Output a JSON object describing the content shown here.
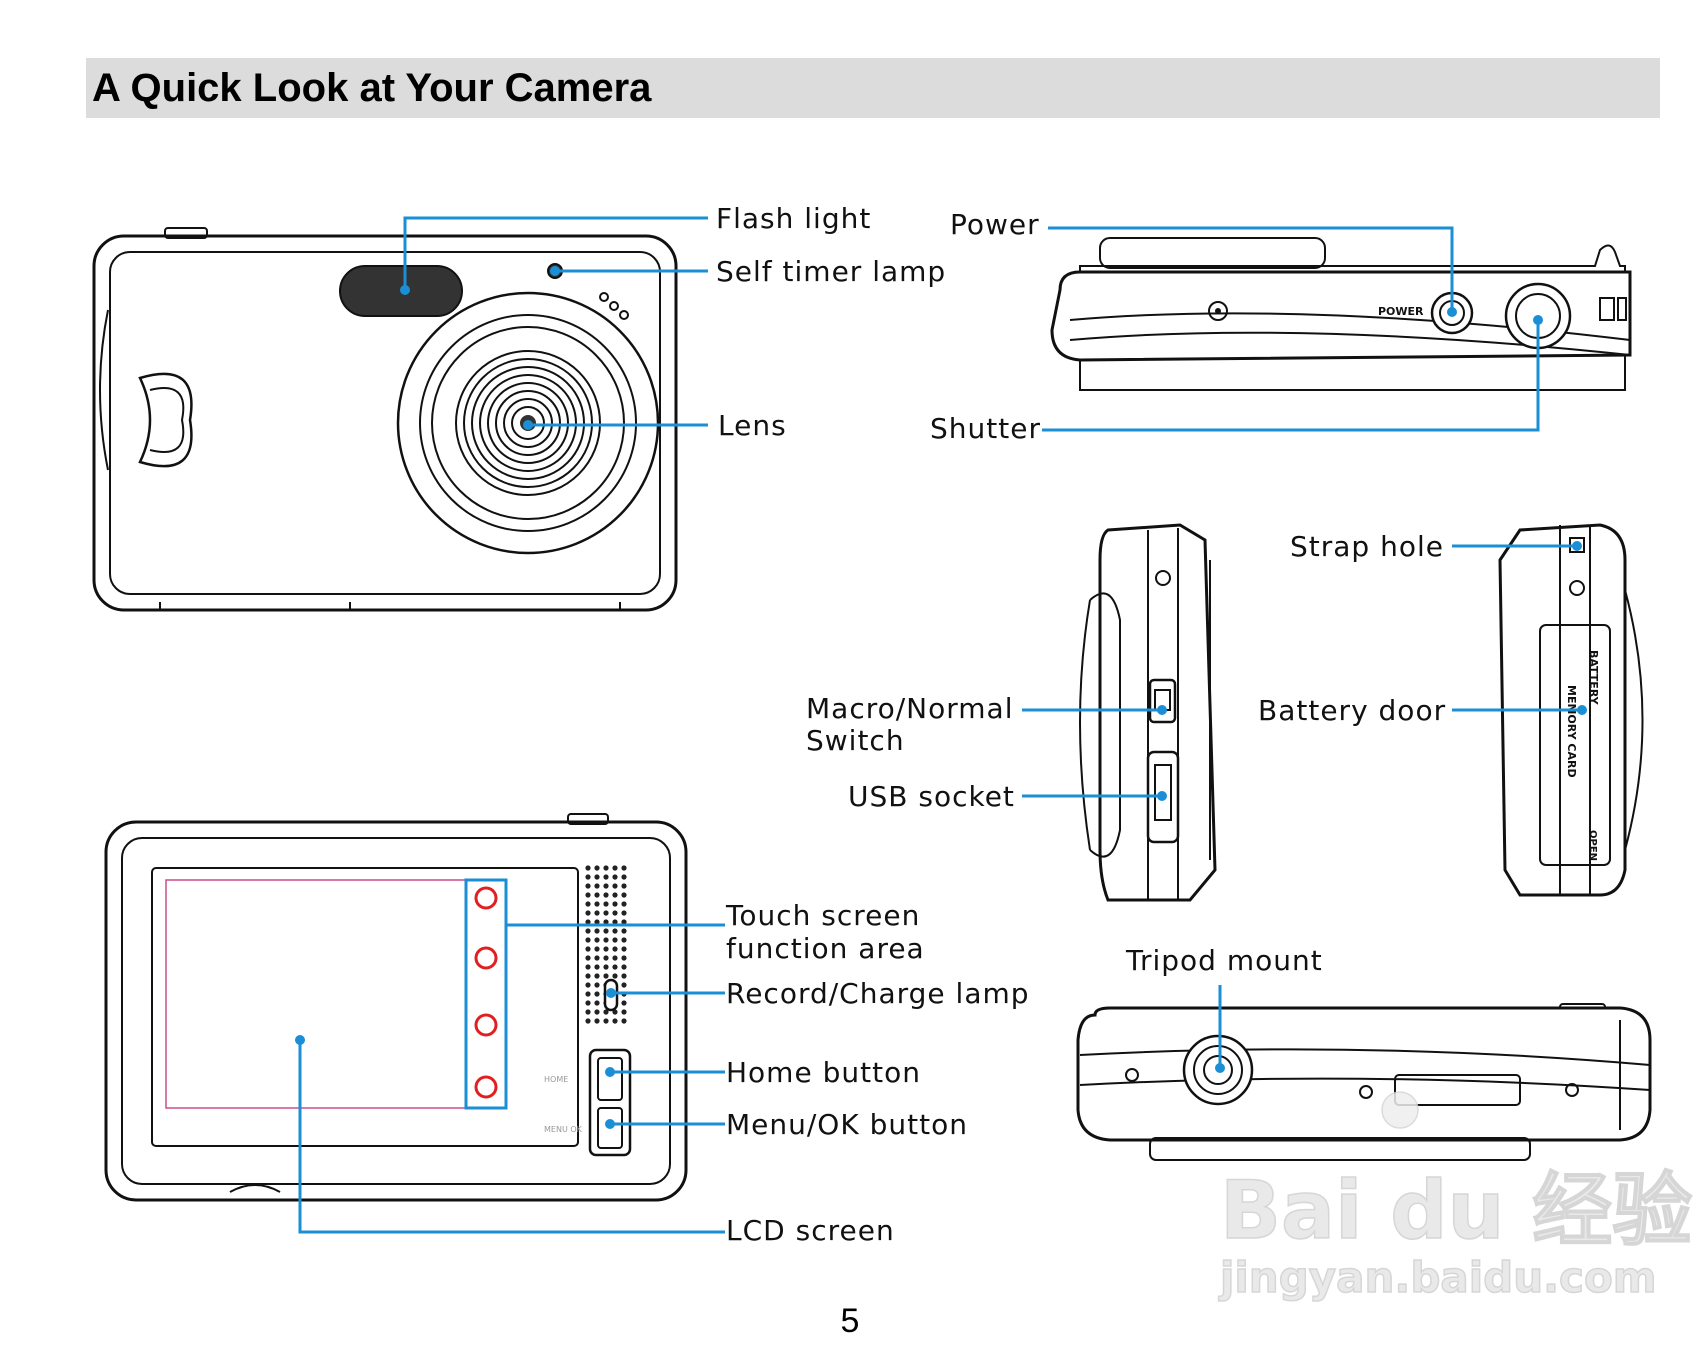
{
  "title": "A Quick Look at Your Camera",
  "labels": {
    "flash_light": "Flash light",
    "self_timer_lamp": "Self timer lamp",
    "lens": "Lens",
    "power": "Power",
    "shutter": "Shutter",
    "strap_hole": "Strap  hole",
    "macro_normal_1": "Macro/Normal",
    "macro_normal_2": "Switch",
    "usb_socket": "USB socket",
    "battery_door": "Battery door",
    "touch_screen_1": "Touch  screen",
    "touch_screen_2": "function  area",
    "record_charge_lamp": "Record/Charge lamp",
    "home_button": "Home  button",
    "menu_ok_button": "Menu/OK  button",
    "lcd_screen": "LCD  screen",
    "tripod_mount": "Tripod  mount"
  },
  "camera_marks": {
    "power": "POWER",
    "home": "HOME",
    "menu_ok": "MENU OK",
    "battery": "BATTERY",
    "memory_card": "MEMORY CARD",
    "open": "OPEN"
  },
  "page_number": "5",
  "watermark": {
    "brand": "Bai du 经验",
    "url": "jingyan.baidu.com"
  },
  "colors": {
    "leader_line": "#1a8fd6",
    "title_bar": "#dcdcdc",
    "touch_marker": "#e02020"
  }
}
